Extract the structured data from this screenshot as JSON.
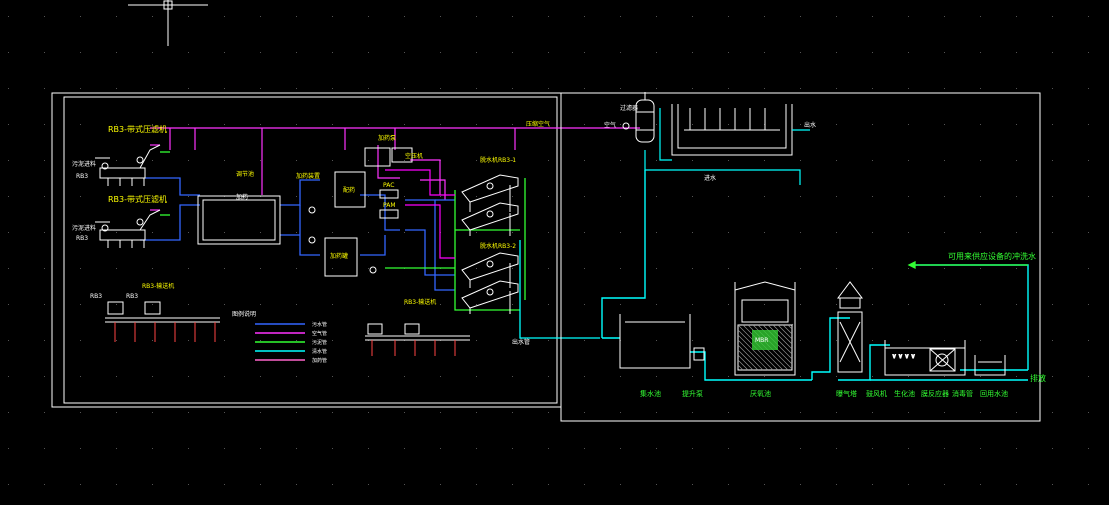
{
  "colors": {
    "background": "#000000",
    "frame": "#ffffff",
    "water": "#00ffff",
    "air": "#ff33ff",
    "sludge": "#33ff33",
    "process": "#3366ff",
    "pink_line": "#ff66cc",
    "label_yellow": "#ffff00",
    "label_green": "#33ff33",
    "equipment": "#ffffff"
  },
  "left_panel": {
    "press_top_label": "RB3-带式压滤机",
    "press_mid_label": "RB3-带式压滤机",
    "left_code_top": "RB3",
    "left_code_mid": "RB3",
    "left_text_top": "污泥进料",
    "left_text_mid": "污泥进料",
    "tank_label": "调节池",
    "small_label_a": "加药装置",
    "box_label_upper": "配药",
    "box_label_lower": "加药罐",
    "tag_a": "加药泵",
    "tag_b": "空压机",
    "tag_c": "PAC",
    "tag_d": "PAM",
    "right_label_1": "脱水机RB3-1",
    "right_label_2": "脱水机RB3-2",
    "bottom_left_code_1": "RB3",
    "bottom_left_code_2": "RB3",
    "bottom_left_title": "RB3-输送机",
    "bottom_right_title": "RB3-输送机",
    "legend_title": "图例说明",
    "legend": [
      {
        "label": "污水管",
        "color": "#3366ff"
      },
      {
        "label": "空气管",
        "color": "#ff33ff"
      },
      {
        "label": "污泥管",
        "color": "#33ff33"
      },
      {
        "label": "清水管",
        "color": "#00ffff"
      },
      {
        "label": "加药管",
        "color": "#ff66cc"
      }
    ],
    "outflow_label": "出水管",
    "top_pipe_label": "压缩空气",
    "dosing_label": "加药"
  },
  "right_panel": {
    "bottom_labels": [
      "集水池",
      "提升泵",
      "厌氧池",
      "曝气塔",
      "鼓风机",
      "生化池",
      "膜反应器",
      "消毒管",
      "回用水池"
    ],
    "reuse_note": "可用来供应设备的冲洗水",
    "discharge_label": "排放",
    "tank_top_label": "MBR",
    "top_small_label": "空气",
    "top_right_label": "出水",
    "inlet_label": "进水",
    "vessel_label": "过滤器"
  }
}
